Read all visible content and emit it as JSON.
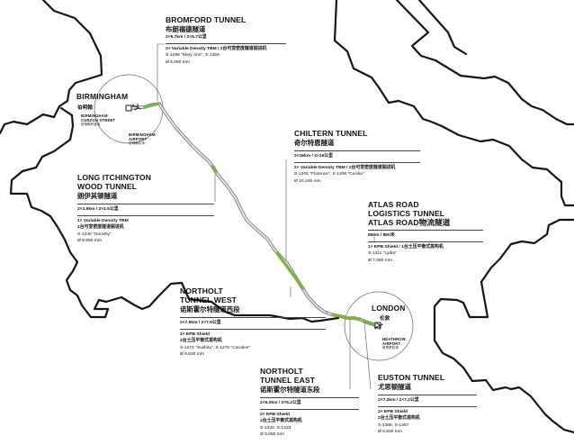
{
  "colors": {
    "tunnel": "#7cb342",
    "route": "#d4d4d4",
    "ink": "#111111"
  },
  "cities": {
    "birmingham": {
      "name": "BIRMINGHAM",
      "name_zh": "伯明翰"
    },
    "london": {
      "name": "LONDON",
      "name_zh": "伦敦"
    }
  },
  "places": {
    "curzon": {
      "line1": "BIRMINGHAM",
      "line2": "CURZON STREET",
      "zh": "伯明翰柯曾街"
    },
    "bham_airport": {
      "line1": "BIRMINGHAM",
      "line2": "AIRPORT",
      "zh": "伯明翰机场"
    },
    "heathrow": {
      "line1": "HEATHROW",
      "line2": "AIRPORT",
      "zh": "希思罗机场"
    }
  },
  "icons": {
    "airport": "plane-icon",
    "station": "station-marker-icon"
  },
  "tunnels": {
    "bromford": {
      "name": "BROMFORD TUNNEL",
      "name_zh": "布朗福德隧道",
      "length": "2×5.7km / 2×5.7公里",
      "tbm": "2× Variable Density TBM / 2台可变密度隧道掘进机",
      "machines": "S-1299 \"Mary Ann\", S-1359",
      "diameter": "Ø 8,560 mm"
    },
    "long_itchington": {
      "name_1": "LONG ITCHINGTON",
      "name_2": "WOOD TUNNEL",
      "name_zh": "朗伊其顿隧道",
      "length": "2×1.5km / 2×1.5公里",
      "tbm_1": "1× Variable Density TBM",
      "tbm_2": "1台可变密度隧道掘进机",
      "machines": "S-1249 \"Dorothy\"",
      "diameter": "Ø 8,950 mm"
    },
    "chiltern": {
      "name": "CHILTERN TUNNEL",
      "name_zh": "奇尔特恩隧道",
      "length": "2×16km / 2×16公里",
      "tbm": "2× Variable Density TBM / 2台可变密度隧道掘进机",
      "machines": "S-1205 \"Florence\", S-1206 \"Cecilia\"",
      "diameter": "Ø 10,246 mm"
    },
    "atlas_road": {
      "name_1": "ATLAS ROAD",
      "name_2": "LOGISTICS TUNNEL",
      "name_zh": "ATLAS ROAD物流隧道",
      "length": "850m / 850米",
      "tbm": "1× EPB Shield / 1台土压平衡式盾构机",
      "machines": "S-1311 \"Lydia\"",
      "diameter": "Ø 7,080 mm"
    },
    "northolt_west": {
      "name_1": "NORTHOLT",
      "name_2": "TUNNEL WEST",
      "name_zh": "诺斯霍尔特隧道西段",
      "length": "2×7.9km / 2×7.9公里",
      "tbm_1": "2× EPB Shield",
      "tbm_2": "2台土压平衡式盾构机",
      "machines": "S-1274 \"Sushila\", S-1275 \"Caroline\"",
      "diameter": "Ø 9,820 mm"
    },
    "northolt_east": {
      "name_1": "NORTHOLT",
      "name_2": "TUNNEL EAST",
      "name_zh": "诺斯霍尔特隧道东段",
      "length": "2×5.2km / 2×5.2公里",
      "tbm_1": "2× EPB Shield",
      "tbm_2": "2台土压平衡式盾构机",
      "machines": "S-1332, S-1333",
      "diameter": "Ø 9,080 mm"
    },
    "euston": {
      "name": "EUSTON TUNNEL",
      "name_zh": "尤思顿隧道",
      "length": "2×7.2km / 2×7.2公里",
      "tbm_1": "2× EPB Shield",
      "tbm_2": "2台土压平衡式盾构机",
      "machines": "S-1366, S-1367",
      "diameter": "Ø 8,500 mm"
    }
  }
}
